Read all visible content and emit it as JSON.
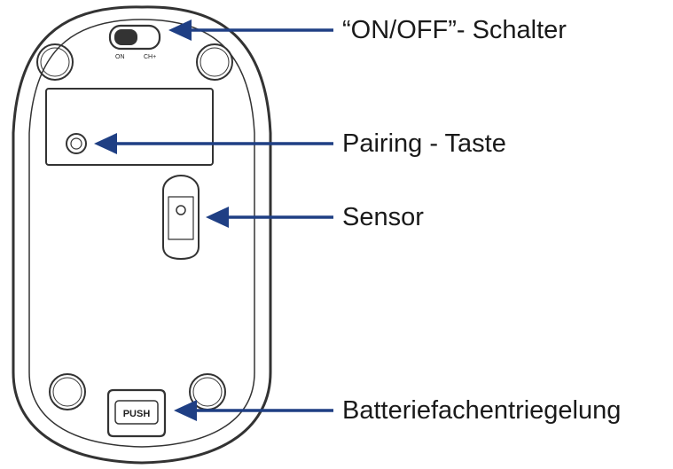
{
  "labels": {
    "switch": "“ON/OFF”- Schalter",
    "pairing": "Pairing - Taste",
    "sensor": "Sensor",
    "battery": "Batteriefachentriegelung"
  },
  "switch_markings": {
    "left": "ON",
    "right": "CH+"
  },
  "push_button_text": "PUSH",
  "colors": {
    "arrow": "#1f3f84",
    "outline": "#333333",
    "text": "#1a1a1a"
  }
}
